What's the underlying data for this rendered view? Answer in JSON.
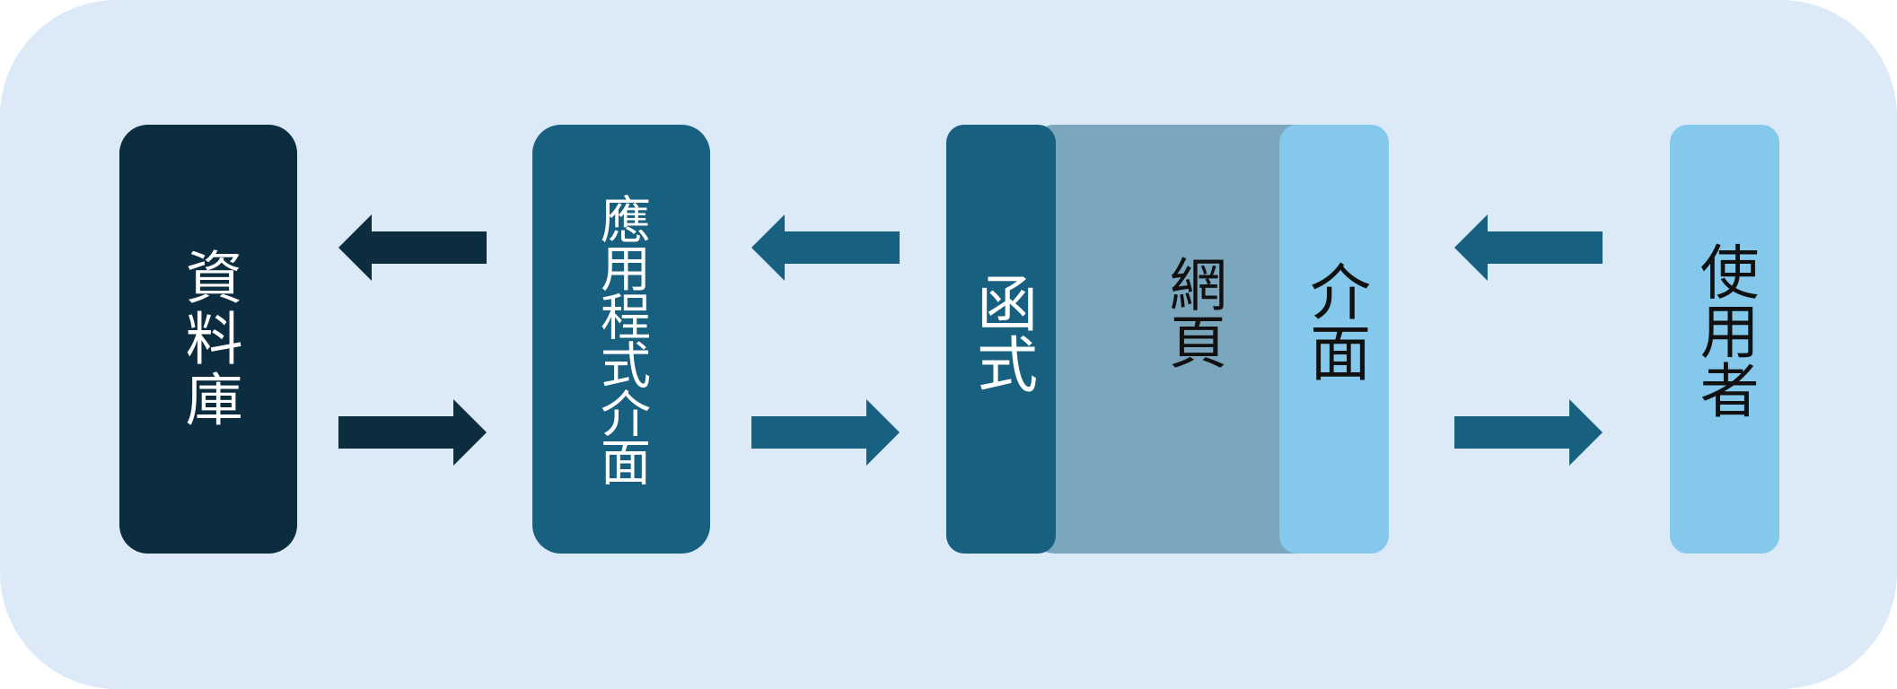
{
  "nodes": {
    "database": "資料庫",
    "app_interface": "應用程式介面",
    "web_program": "函式",
    "web_page": "網頁",
    "web_interface": "介面",
    "user": "使用者"
  },
  "colors": {
    "background_panel": "#dce9f6",
    "dark_navy": "#0c2c3f",
    "teal_blue": "#17607f",
    "grey_blue": "#7aa7bd",
    "light_blue": "#84c9ec",
    "white_text": "#ffffff",
    "black_text": "#111111"
  },
  "arrows": [
    {
      "from": "app_interface",
      "to": "database",
      "direction": "left",
      "color": "dark_navy"
    },
    {
      "from": "database",
      "to": "app_interface",
      "direction": "right",
      "color": "dark_navy"
    },
    {
      "from": "web_program",
      "to": "app_interface",
      "direction": "left",
      "color": "teal_blue"
    },
    {
      "from": "app_interface",
      "to": "web_program",
      "direction": "right",
      "color": "teal_blue"
    },
    {
      "from": "user",
      "to": "web_interface",
      "direction": "left",
      "color": "teal_blue"
    },
    {
      "from": "web_interface",
      "to": "user",
      "direction": "right",
      "color": "teal_blue"
    }
  ]
}
